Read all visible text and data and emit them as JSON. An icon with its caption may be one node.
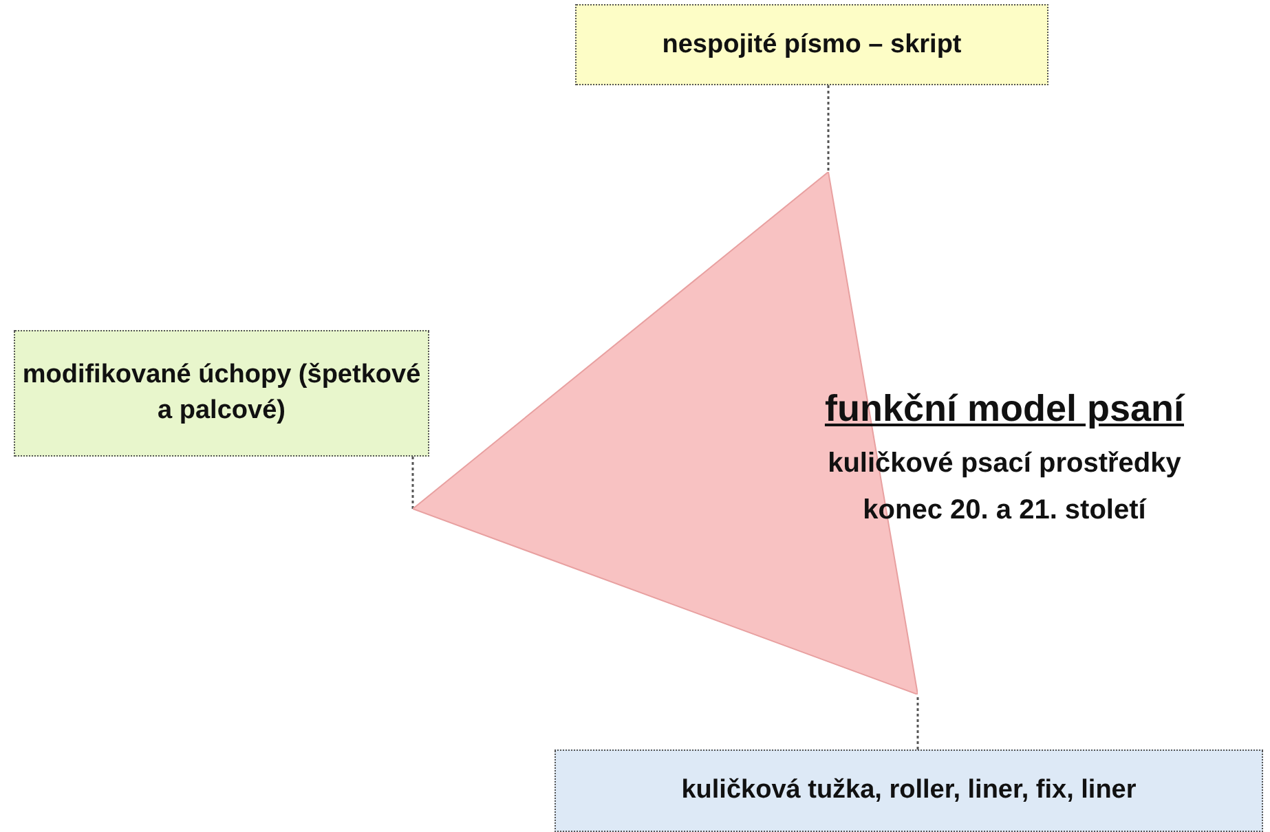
{
  "diagram": {
    "nodes": [
      {
        "text": [
          "nespojité písmo – skript"
        ]
      },
      {
        "text": [
          "modifikované úchopy (špetkové a palcové)"
        ]
      },
      {
        "text": [],
        "shape": "triangle"
      },
      {
        "text": [
          "kuličková tužka, roller, liner, fix, liner"
        ]
      }
    ],
    "edges": [
      {
        "from": 0,
        "to": 2,
        "arrow": "none"
      },
      {
        "from": 1,
        "to": 2,
        "arrow": "none"
      },
      {
        "from": 3,
        "to": 2,
        "arrow": "none"
      }
    ],
    "labels": [
      "funkční model psaní",
      "kuličkové psací prostředky",
      "konec 20. a 21. století"
    ]
  }
}
